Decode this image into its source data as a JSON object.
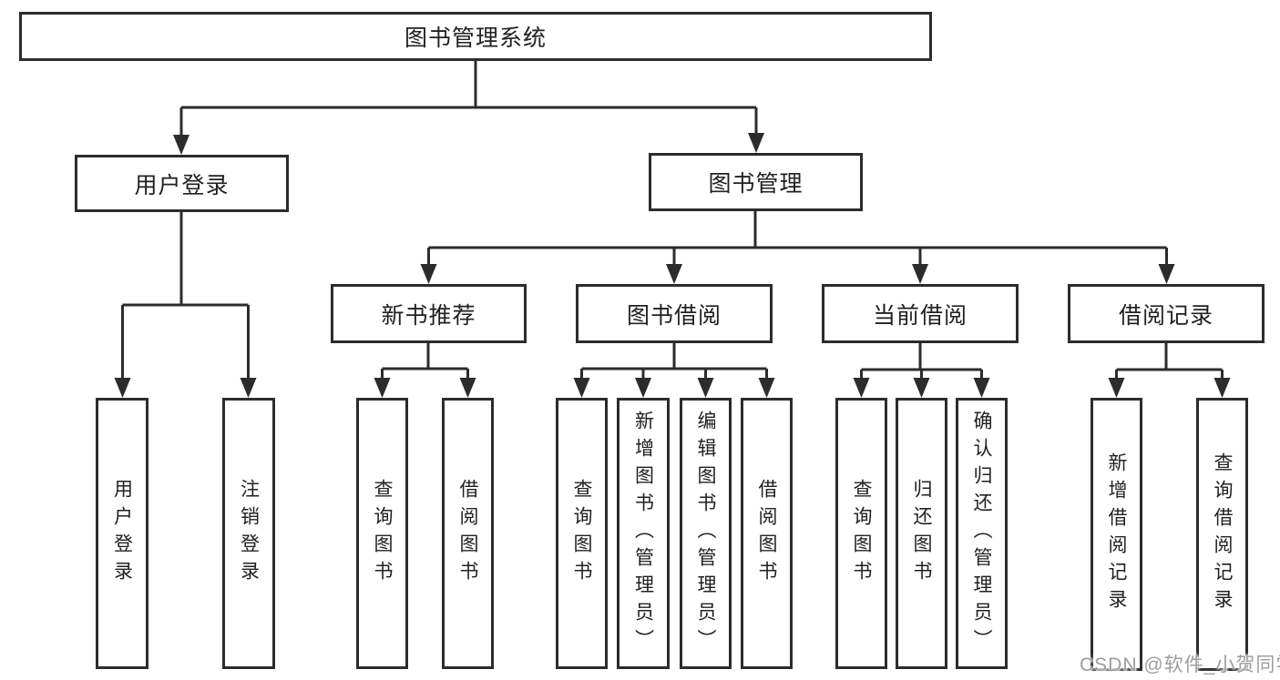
{
  "diagram_title": "图书管理系统",
  "colors": {
    "line": "#2c2c2c",
    "text": "#212121",
    "background": "#ffffff",
    "watermark": "#9d9d9d"
  },
  "nodes": {
    "root": {
      "label": "图书管理系统"
    },
    "level2": [
      {
        "label": "用户登录"
      },
      {
        "label": "图书管理"
      }
    ],
    "level3": [
      {
        "label": "新书推荐",
        "parent": "图书管理"
      },
      {
        "label": "图书借阅",
        "parent": "图书管理"
      },
      {
        "label": "当前借阅",
        "parent": "图书管理"
      },
      {
        "label": "借阅记录",
        "parent": "图书管理"
      }
    ],
    "leaves": [
      {
        "label": "用户登录",
        "parent": "用户登录"
      },
      {
        "label": "注销登录",
        "parent": "用户登录"
      },
      {
        "label": "查询图书",
        "parent": "新书推荐"
      },
      {
        "label": "借阅图书",
        "parent": "新书推荐"
      },
      {
        "label": "查询图书",
        "parent": "图书借阅"
      },
      {
        "label": "新增图书（管理员）",
        "parent": "图书借阅"
      },
      {
        "label": "编辑图书（管理员）",
        "parent": "图书借阅"
      },
      {
        "label": "借阅图书",
        "parent": "图书借阅"
      },
      {
        "label": "查询图书",
        "parent": "当前借阅"
      },
      {
        "label": "归还图书",
        "parent": "当前借阅"
      },
      {
        "label": "确认归还（管理员）",
        "parent": "当前借阅"
      },
      {
        "label": "新增借阅记录",
        "parent": "借阅记录"
      },
      {
        "label": "查询借阅记录",
        "parent": "借阅记录"
      }
    ]
  },
  "watermark": "CSDN @软件_小贺同学"
}
